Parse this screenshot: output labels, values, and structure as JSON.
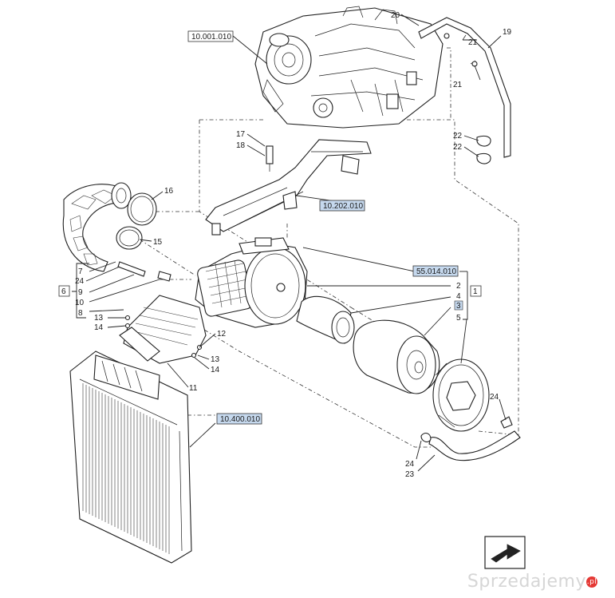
{
  "watermark": {
    "text": "Sprzedajemy",
    "suffix": ".pl"
  },
  "colors": {
    "highlight": "#f5ef7a",
    "ref_box": "#c6d9ee",
    "ink": "#1f1f1f"
  },
  "refs": {
    "engine": "10.001.010",
    "frame": "10.202.010",
    "air_filter": "55.014.010",
    "radiator": "10.400.010"
  },
  "group_labels": {
    "left": "6",
    "right": "1",
    "highlight": "3"
  },
  "callouts": {
    "c20": "20",
    "c21a": "21",
    "c21b": "21",
    "c19": "19",
    "c22a": "22",
    "c22b": "22",
    "c17": "17",
    "c18": "18",
    "c16": "16",
    "c15": "15",
    "c7": "7",
    "c24a": "24",
    "c9": "9",
    "c10": "10",
    "c8": "8",
    "c13a": "13",
    "c14a": "14",
    "c12": "12",
    "c13b": "13",
    "c14b": "14",
    "c11": "11",
    "c2": "2",
    "c4": "4",
    "c5": "5",
    "c24b": "24",
    "c24c": "24",
    "c23": "23"
  }
}
